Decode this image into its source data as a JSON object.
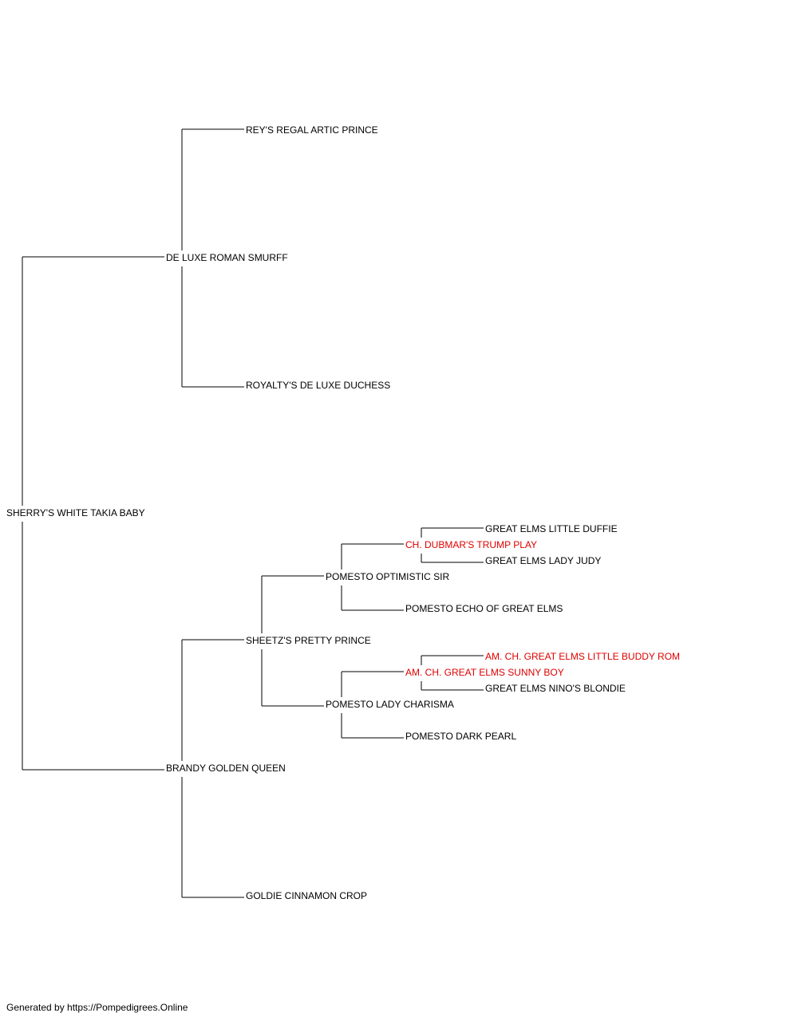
{
  "colors": {
    "text": "#000000",
    "champion": "#e00000",
    "line": "#000000"
  },
  "pedigree": {
    "subject": "SHERRY'S WHITE TAKIA BABY",
    "sire": {
      "name": "DE LUXE ROMAN SMURFF",
      "sire": "REY'S REGAL ARTIC PRINCE",
      "dam": "ROYALTY'S DE LUXE DUCHESS"
    },
    "dam": {
      "name": "BRANDY GOLDEN QUEEN",
      "sire": {
        "name": "SHEETZ'S PRETTY PRINCE",
        "sire": {
          "name": "POMESTO OPTIMISTIC SIR",
          "sire": {
            "name": "CH. DUBMAR'S TRUMP PLAY",
            "champion": true,
            "sire": "GREAT ELMS LITTLE DUFFIE",
            "dam": "GREAT ELMS LADY JUDY"
          },
          "dam": "POMESTO ECHO OF GREAT ELMS"
        },
        "dam": {
          "name": "POMESTO LADY CHARISMA",
          "sire": {
            "name": "AM. CH. GREAT ELMS SUNNY BOY",
            "champion": true,
            "sire": "AM. CH. GREAT ELMS LITTLE BUDDY ROM",
            "sire_champion": true,
            "dam": "GREAT ELMS NINO'S BLONDIE"
          },
          "dam": "POMESTO DARK PEARL"
        }
      },
      "dam": "GOLDIE CINNAMON CROP"
    }
  },
  "footer": "Generated by https://Pompedigrees.Online"
}
